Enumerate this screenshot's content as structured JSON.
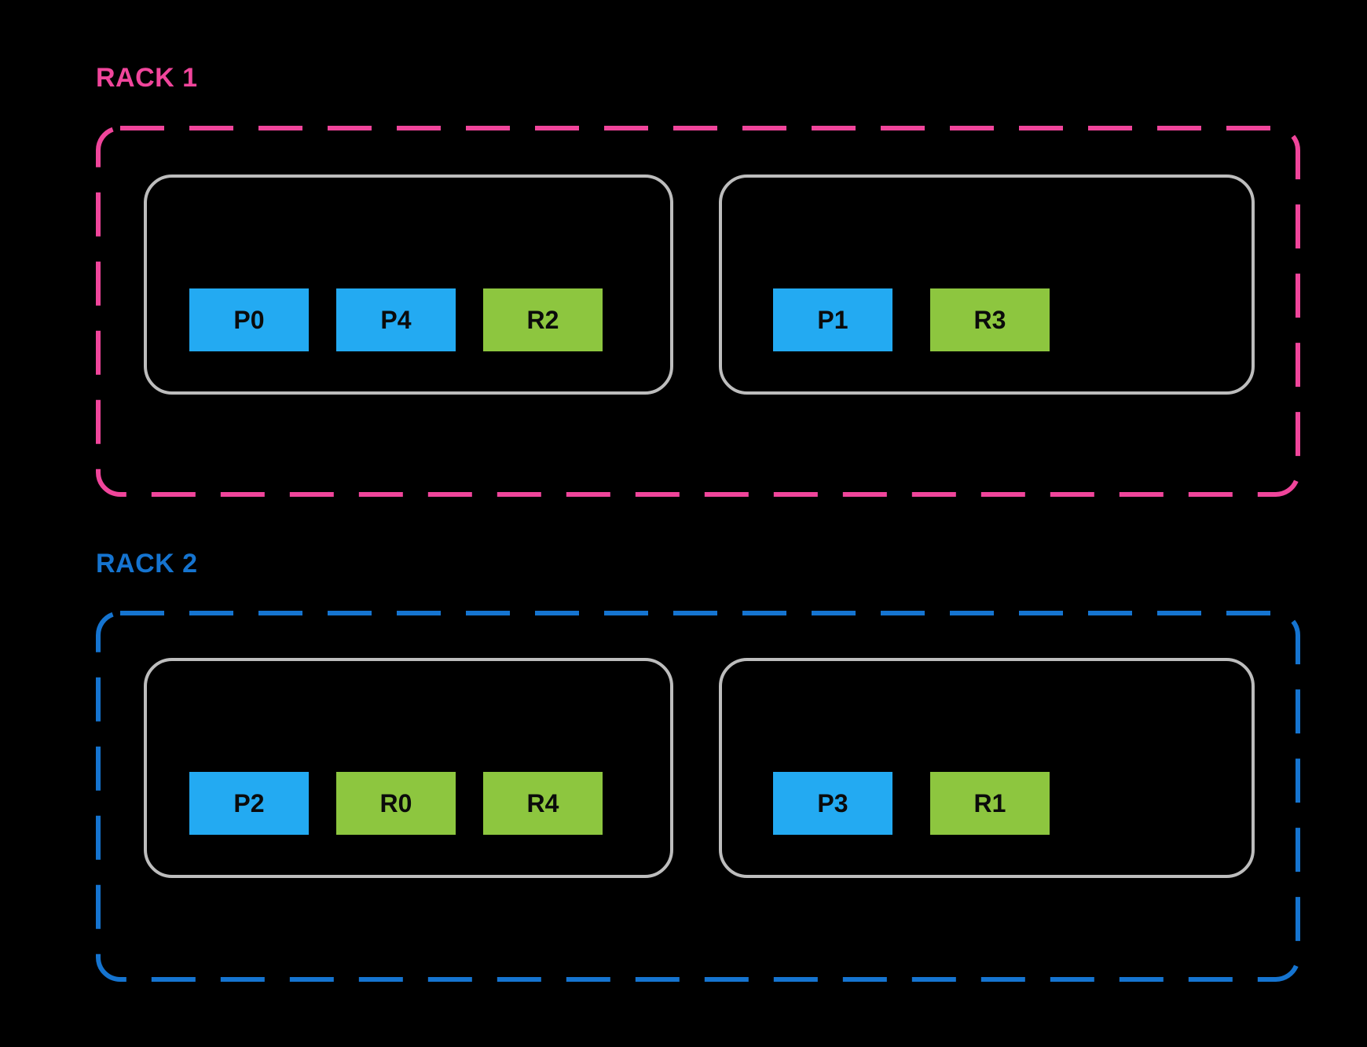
{
  "diagram_title": "rack partition placement diagram",
  "colors": {
    "background": "#000000",
    "rack1_accent": "#F0459B",
    "rack2_accent": "#1574D0",
    "node_border": "#BDBDBD",
    "primary_chip": "#23AAF2",
    "replica_chip": "#8DC63F",
    "chip_text": "#0B0B0B"
  },
  "racks": [
    {
      "label": "RACK 1",
      "accent": "#F0459B",
      "nodes": [
        {
          "chips": [
            {
              "label": "P0",
              "color": "#23AAF2"
            },
            {
              "label": "P4",
              "color": "#23AAF2"
            },
            {
              "label": "R2",
              "color": "#8DC63F"
            }
          ]
        },
        {
          "chips": [
            {
              "label": "P1",
              "color": "#23AAF2"
            },
            {
              "label": "R3",
              "color": "#8DC63F"
            }
          ]
        }
      ]
    },
    {
      "label": "RACK 2",
      "accent": "#1574D0",
      "nodes": [
        {
          "chips": [
            {
              "label": "P2",
              "color": "#23AAF2"
            },
            {
              "label": "R0",
              "color": "#8DC63F"
            },
            {
              "label": "R4",
              "color": "#8DC63F"
            }
          ]
        },
        {
          "chips": [
            {
              "label": "P3",
              "color": "#23AAF2"
            },
            {
              "label": "R1",
              "color": "#8DC63F"
            }
          ]
        }
      ]
    }
  ]
}
